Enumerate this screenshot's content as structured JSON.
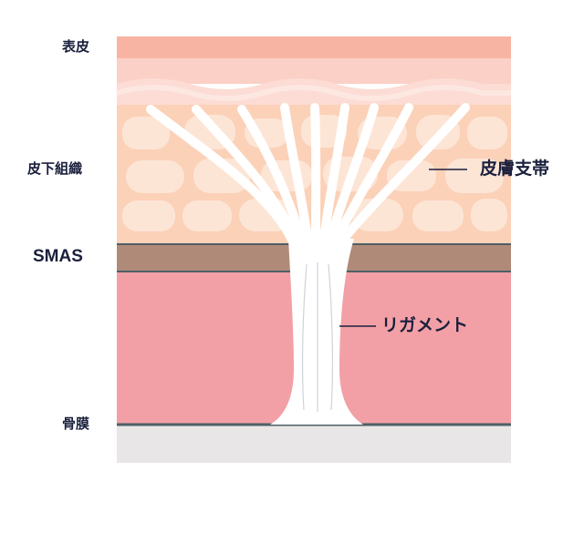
{
  "labels": {
    "epidermis": "表皮",
    "subcutaneous": "皮下組織",
    "smas": "SMAS",
    "periosteum": "骨膜",
    "skin_ligament": "皮膚支帯",
    "ligament": "リガメント"
  },
  "colors": {
    "epidermis": "#f8b4a2",
    "dermis_upper": "#fbd0c6",
    "dermis_lower": "#fcdcd4",
    "subcutaneous": "#fbd1b8",
    "fat_lobule": "#fde5d6",
    "smas": "#b08a78",
    "smas_border": "#4f5f66",
    "muscle": "#f2a0a6",
    "periosteum_line": "#4f5f66",
    "bone": "#e8e6e6",
    "ligament": "#ffffff",
    "ligament_line": "#cfd2d8",
    "text": "#1a1f3c"
  }
}
